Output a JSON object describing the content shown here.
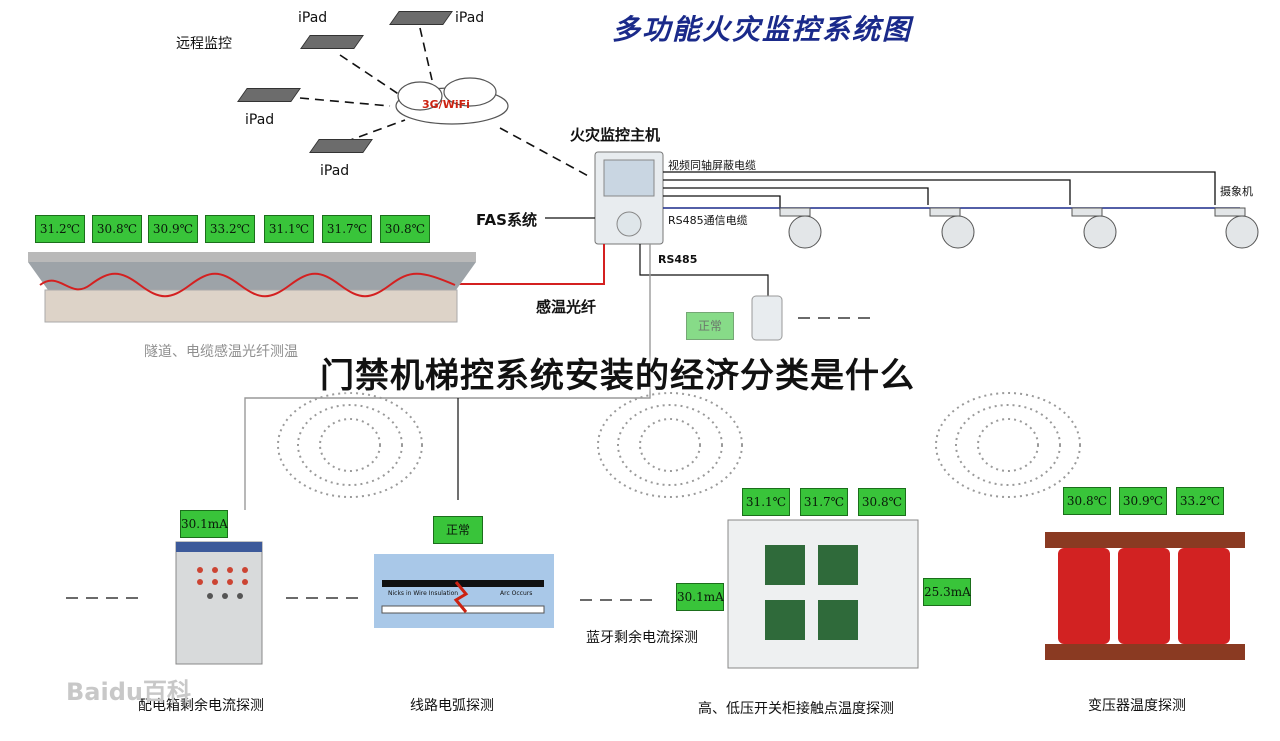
{
  "title": "多功能火灾监控系统图",
  "overlay_headline": "门禁机梯控系统安装的经济分类是什么",
  "remote": {
    "label": "远程监控",
    "devices": [
      "iPad",
      "iPad",
      "iPad",
      "iPad"
    ],
    "cloud": "3G/WiFi"
  },
  "host": {
    "label": "火灾监控主机",
    "fas": "FAS系统",
    "rs485": "RS485",
    "fiber": "感温光纤"
  },
  "cables": {
    "coax": "视频同轴屏蔽电缆",
    "rs485_comm": "RS485通信电缆",
    "camera": "摄象机"
  },
  "tunnel": {
    "readings": [
      "31.2℃",
      "30.8℃",
      "30.9℃",
      "33.2℃",
      "31.1℃",
      "31.7℃",
      "30.8℃"
    ],
    "caption": "隧道、电缆感温光纤测温"
  },
  "monitor_status": "正常",
  "sections": {
    "distribution": {
      "reading": "30.1mA",
      "caption": "配电箱剩余电流探测"
    },
    "arc": {
      "reading": "正常",
      "caption": "线路电弧探测",
      "inset_left": "Nicks in Wire Insulation",
      "inset_right": "Arc Occurs"
    },
    "bluetooth": {
      "reading": "30.1mA",
      "caption": "蓝牙剩余电流探测"
    },
    "switchgear": {
      "readings": [
        "31.1℃",
        "31.7℃",
        "30.8℃"
      ],
      "side_reading": "25.3mA",
      "caption": "高、低压开关柜接触点温度探测"
    },
    "transformer": {
      "readings": [
        "30.8℃",
        "30.9℃",
        "33.2℃"
      ],
      "caption": "变压器温度探测"
    }
  },
  "watermark": "Baidu百科",
  "colors": {
    "title": "#1a2a8a",
    "indicator": "#39c43a",
    "fiber": "#d42020",
    "rs485_line": "#1a2a8a"
  }
}
